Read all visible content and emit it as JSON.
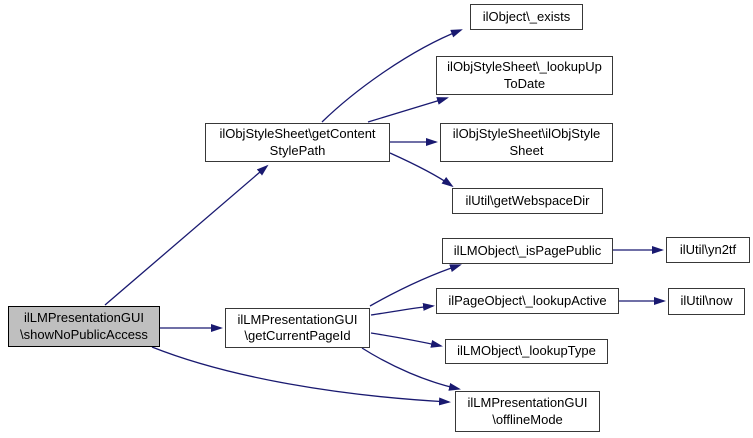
{
  "diagram": {
    "kind": "doxygen-call-graph",
    "colors": {
      "background": "#ffffff",
      "edge": "#191970",
      "node_fill": "#ffffff",
      "node_border": "#383838",
      "highlight_fill": "#bfbfbf",
      "text": "#000000"
    },
    "nodes": {
      "show_no_public_access": {
        "line1": "ilLMPresentationGUI",
        "line2": "\\showNoPublicAccess",
        "highlighted": true
      },
      "get_content_style_path": {
        "line1": "ilObjStyleSheet\\getContent",
        "line2": "StylePath"
      },
      "get_current_page_id": {
        "line1": "ilLMPresentationGUI",
        "line2": "\\getCurrentPageId"
      },
      "object_exists": {
        "line1": "ilObject\\_exists"
      },
      "lookup_up_to_date": {
        "line1": "ilObjStyleSheet\\_lookupUp",
        "line2": "ToDate"
      },
      "obj_style_sheet_ctor": {
        "line1": "ilObjStyleSheet\\ilObjStyle",
        "line2": "Sheet"
      },
      "get_webspace_dir": {
        "line1": "ilUtil\\getWebspaceDir"
      },
      "is_page_public": {
        "line1": "ilLMObject\\_isPagePublic"
      },
      "yn2tf": {
        "line1": "ilUtil\\yn2tf"
      },
      "lookup_active": {
        "line1": "ilPageObject\\_lookupActive"
      },
      "now": {
        "line1": "ilUtil\\now"
      },
      "lookup_type": {
        "line1": "ilLMObject\\_lookupType"
      },
      "offline_mode": {
        "line1": "ilLMPresentationGUI",
        "line2": "\\offlineMode"
      }
    },
    "edges": [
      {
        "from": "ilLMPresentationGUI\\showNoPublicAccess",
        "to": "ilObjStyleSheet\\getContentStylePath"
      },
      {
        "from": "ilLMPresentationGUI\\showNoPublicAccess",
        "to": "ilLMPresentationGUI\\getCurrentPageId"
      },
      {
        "from": "ilLMPresentationGUI\\showNoPublicAccess",
        "to": "ilLMPresentationGUI\\offlineMode"
      },
      {
        "from": "ilObjStyleSheet\\getContentStylePath",
        "to": "ilObject\\_exists"
      },
      {
        "from": "ilObjStyleSheet\\getContentStylePath",
        "to": "ilObjStyleSheet\\_lookupUpToDate"
      },
      {
        "from": "ilObjStyleSheet\\getContentStylePath",
        "to": "ilObjStyleSheet\\ilObjStyleSheet"
      },
      {
        "from": "ilObjStyleSheet\\getContentStylePath",
        "to": "ilUtil\\getWebspaceDir"
      },
      {
        "from": "ilLMPresentationGUI\\getCurrentPageId",
        "to": "ilLMObject\\_isPagePublic"
      },
      {
        "from": "ilLMPresentationGUI\\getCurrentPageId",
        "to": "ilPageObject\\_lookupActive"
      },
      {
        "from": "ilLMPresentationGUI\\getCurrentPageId",
        "to": "ilLMObject\\_lookupType"
      },
      {
        "from": "ilLMPresentationGUI\\getCurrentPageId",
        "to": "ilLMPresentationGUI\\offlineMode"
      },
      {
        "from": "ilLMObject\\_isPagePublic",
        "to": "ilUtil\\yn2tf"
      },
      {
        "from": "ilPageObject\\_lookupActive",
        "to": "ilUtil\\now"
      }
    ]
  }
}
